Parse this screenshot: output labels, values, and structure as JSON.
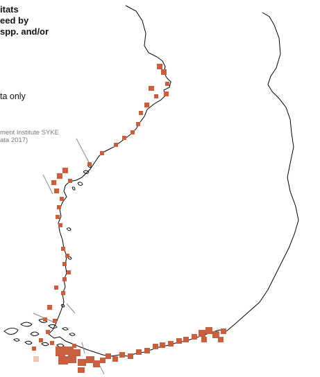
{
  "legend": {
    "title": "itats\need by\n spp. and/or",
    "note": "ta only"
  },
  "source": {
    "text": "ment Institute SYKE\nata 2017)"
  },
  "colors": {
    "coast": "#000000",
    "border": "#888888",
    "occurrence": "#c8603f",
    "occurrence_light": "#f2c4b4"
  }
}
